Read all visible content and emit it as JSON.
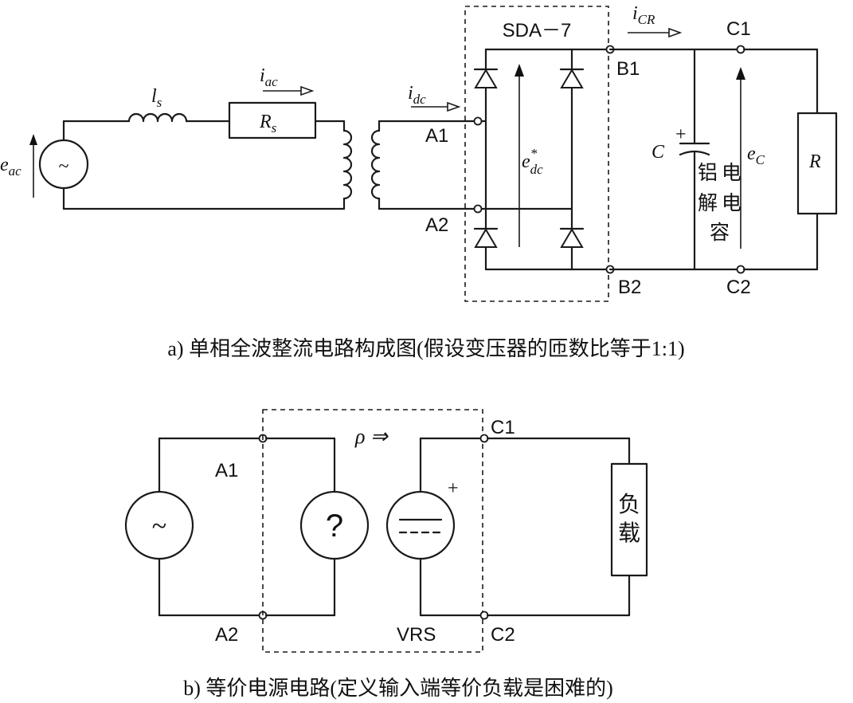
{
  "diagram_a": {
    "caption": "a) 单相全波整流电路构成图(假设变压器的匝数比等于1:1)",
    "module_label": "SDA－7",
    "source_label": "e",
    "source_sub": "ac",
    "inductor_label": "l",
    "inductor_sub": "s",
    "resistor_label": "R",
    "resistor_sub": "s",
    "current_ac": "i",
    "current_ac_sub": "ac",
    "current_dc": "i",
    "current_dc_sub": "dc",
    "current_cr": "i",
    "current_cr_sub": "CR",
    "node_a1": "A1",
    "node_a2": "A2",
    "node_b1": "B1",
    "node_b2": "B2",
    "node_c1": "C1",
    "node_c2": "C2",
    "edc_label": "e",
    "edc_sub": "dc",
    "edc_sup": "*",
    "cap_label": "C",
    "cap_plus": "+",
    "cap_text_col1": [
      "铝",
      "解"
    ],
    "cap_text_col2": [
      "电",
      "电",
      "容"
    ],
    "ec_label": "e",
    "ec_sub": "C",
    "load_label": "R",
    "sine_symbol": "~"
  },
  "diagram_b": {
    "caption": "b) 等价电源电路(定义输入端等价负载是困难的)",
    "node_a1": "A1",
    "node_a2": "A2",
    "node_c1": "C1",
    "node_c2": "C2",
    "rho_label": "ρ ⇒",
    "unknown_symbol": "?",
    "vrs_label": "VRS",
    "vrs_plus": "+",
    "load_chars": [
      "负",
      "载"
    ],
    "sine_symbol": "~"
  }
}
